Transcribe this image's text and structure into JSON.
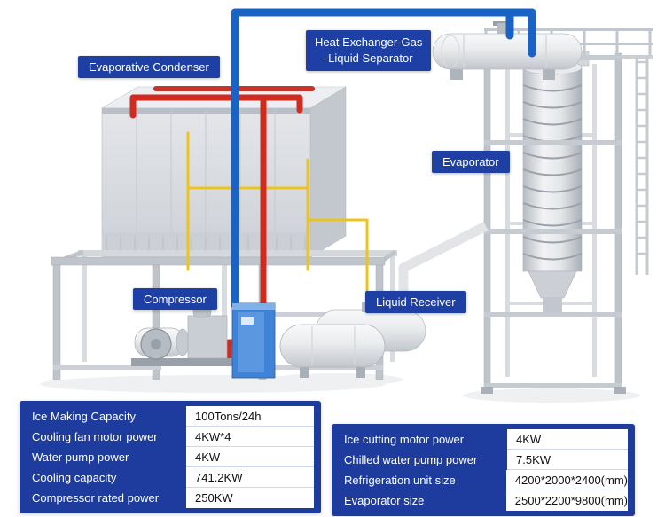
{
  "colors": {
    "label_bg": "#1e3fa4",
    "table_bg": "#1d3c9e",
    "pipe_red": "#d12b1f",
    "pipe_blue": "#1a63c6",
    "pipe_yellow": "#ecc421"
  },
  "labels": {
    "evaporative_condenser": "Evaporative Condenser",
    "heat_exchanger_line1": "Heat Exchanger-Gas",
    "heat_exchanger_line2": "-Liquid Separator",
    "evaporator": "Evaporator",
    "compressor": "Compressor",
    "liquid_receiver": "Liquid Receiver"
  },
  "specs_left": {
    "rows": [
      {
        "label": "Ice Making Capacity",
        "value": "100Tons/24h"
      },
      {
        "label": "Cooling fan motor power",
        "value": "4KW*4"
      },
      {
        "label": "Water pump power",
        "value": "4KW"
      },
      {
        "label": "Cooling capacity",
        "value": "741.2KW"
      },
      {
        "label": "Compressor rated power",
        "value": "250KW"
      }
    ]
  },
  "specs_right": {
    "rows": [
      {
        "label": "Ice cutting motor power",
        "value": "4KW"
      },
      {
        "label": "Chilled water pump power",
        "value": "7.5KW"
      },
      {
        "label": "Refrigeration unit size",
        "value": "4200*2000*2400(mm)"
      },
      {
        "label": "Evaporator size",
        "value": "2500*2200*9800(mm)"
      }
    ]
  }
}
